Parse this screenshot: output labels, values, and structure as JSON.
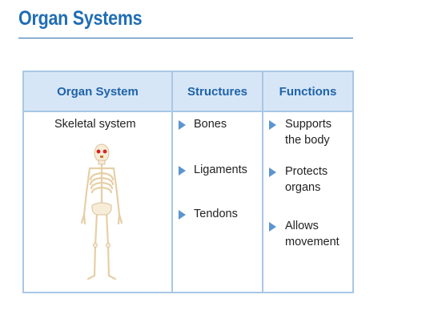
{
  "page": {
    "title": "Organ Systems"
  },
  "table": {
    "headers": [
      "Organ System",
      "Structures",
      "Functions"
    ],
    "organ_system": "Skeletal system",
    "structures": [
      "Bones",
      "Ligaments",
      "Tendons"
    ],
    "functions": [
      {
        "line1": "Supports",
        "line2": "the body"
      },
      {
        "line1": "Protects",
        "line2": "organs"
      },
      {
        "line1": "Allows",
        "line2": "movement"
      }
    ],
    "bullet_color": "#5b95cf",
    "header_bg": "#d6e6f7",
    "header_text_color": "#1f63a8"
  },
  "illustration": {
    "icon": "skeleton-icon"
  }
}
